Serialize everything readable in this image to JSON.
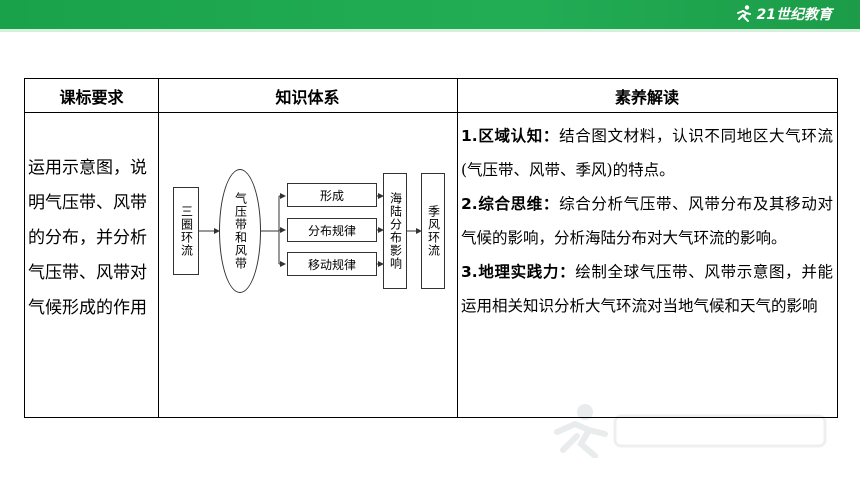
{
  "brand": {
    "logo_text": "21世纪教育"
  },
  "table": {
    "headers": [
      "课标要求",
      "知识体系",
      "素养解读"
    ],
    "requirement_text": "运用示意图，说明气压带、风带的分布，并分析气压带、风带对气候形成的作用",
    "diagram": {
      "start": "三圈环流",
      "middle": "气压带和风带",
      "branches": [
        "形成",
        "分布规律",
        "移动规律"
      ],
      "land_sea": "海陆分布影响",
      "end": "季风环流"
    },
    "literacy": [
      {
        "heading": "1.区域认知：",
        "body": "结合图文材料，认识不同地区大气环流(气压带、风带、季风)的特点。"
      },
      {
        "heading": "2.综合思维：",
        "body": "综合分析气压带、风带分布及其移动对气候的影响，分析海陆分布对大气环流的影响。"
      },
      {
        "heading": "3.地理实践力：",
        "body": "绘制全球气压带、风带示意图，并能运用相关知识分析大气环流对当地气候和天气的影响"
      }
    ]
  }
}
